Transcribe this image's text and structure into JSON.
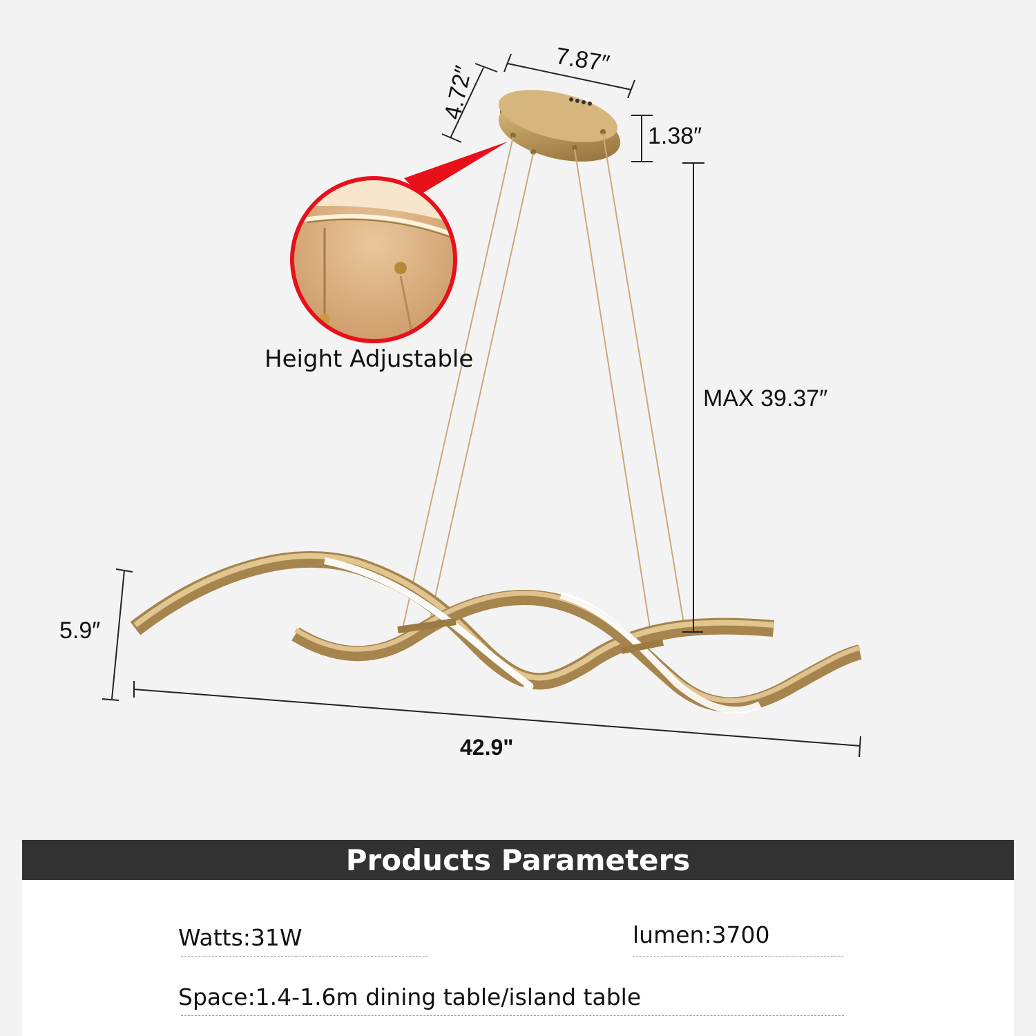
{
  "dimensions": {
    "canopy_width": "7.87″",
    "canopy_depth": "4.72″",
    "canopy_height": "1.38″",
    "max_height": "MAX 39.37″",
    "fixture_height": "5.9″",
    "fixture_length": "42.9\""
  },
  "callout": {
    "label": "Height Adjustable"
  },
  "parameters": {
    "title": "Products Parameters",
    "watts": "Watts:31W",
    "lumen": "lumen:3700",
    "space": "Space:1.4-1.6m dining table/island table"
  },
  "colors": {
    "background": "#f3f3f3",
    "gold": "#b8955a",
    "banner": "#323232",
    "callout_ring": "#e8101a"
  }
}
